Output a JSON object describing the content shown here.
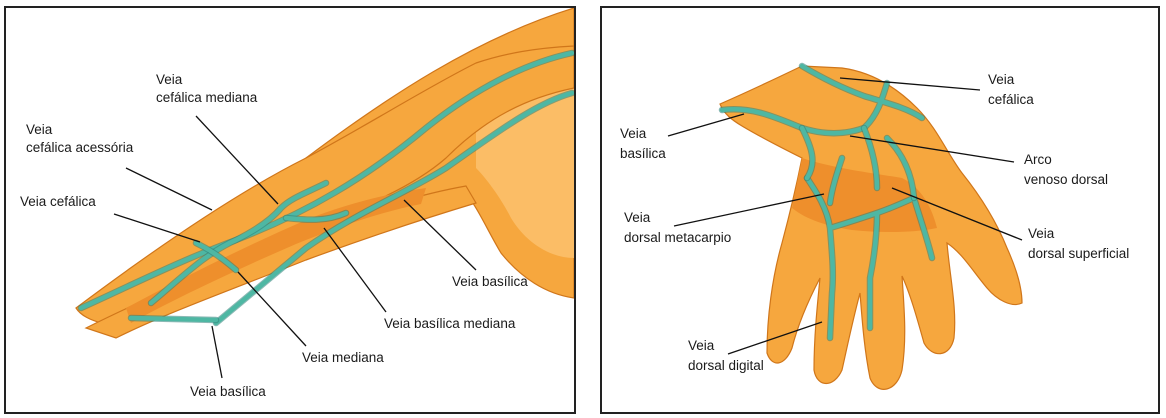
{
  "left_panel": {
    "labels": {
      "veia_cefalica_mediana_1": "Veia",
      "veia_cefalica_mediana_2": "cefálica mediana",
      "veia_cefalica_acessoria_1": "Veia",
      "veia_cefalica_acessoria_2": "cefálica acessória",
      "veia_cefalica": "Veia cefálica",
      "veia_basilica_right": "Veia basílica",
      "veia_basilica_mediana": "Veia basílica mediana",
      "veia_mediana": "Veia mediana",
      "veia_basilica_bottom": "Veia basílica"
    }
  },
  "right_panel": {
    "labels": {
      "veia_cefalica_1": "Veia",
      "veia_cefalica_2": "cefálica",
      "veia_basilica_1": "Veia",
      "veia_basilica_2": "basílica",
      "arco_venoso_1": "Arco",
      "arco_venoso_2": "venoso dorsal",
      "veia_dorsal_metacarpio_1": "Veia",
      "veia_dorsal_metacarpio_2": "dorsal metacarpio",
      "veia_dorsal_superficial_1": "Veia",
      "veia_dorsal_superficial_2": "dorsal superficial",
      "veia_dorsal_digital_1": "Veia",
      "veia_dorsal_digital_2": "dorsal digital"
    }
  },
  "colors": {
    "skin": "#f6a73e",
    "vein": "#4eb7a3",
    "border": "#222222"
  }
}
